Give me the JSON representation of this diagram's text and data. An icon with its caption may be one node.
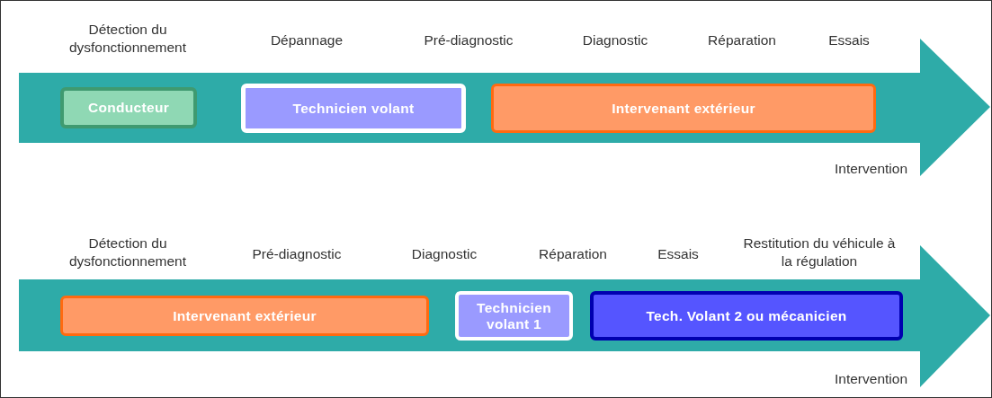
{
  "diagram": {
    "nodes": [
      {
        "text": [],
        "shape": "arrow",
        "beside": [
          "Intervention"
        ]
      },
      {
        "text": [
          "Conducteur"
        ],
        "in": 0
      },
      {
        "text": [
          "Technicien volant"
        ],
        "in": 0
      },
      {
        "text": [
          "Intervenant extérieur"
        ],
        "in": 0
      },
      {
        "text": [],
        "shape": "arrow",
        "beside": [
          "Intervention"
        ]
      },
      {
        "text": [
          "Intervenant extérieur"
        ],
        "in": 4
      },
      {
        "text": [
          "Technicien volant 1"
        ],
        "in": 4
      },
      {
        "text": [
          "Tech. Volant 2 ou mécanicien"
        ],
        "in": 4
      }
    ],
    "edges": [],
    "labels": [
      "Détection du dysfonctionnement",
      "Dépannage",
      "Pré-diagnostic",
      "Diagnostic",
      "Réparation",
      "Essais",
      "Détection du dysfonctionnement",
      "Pré-diagnostic",
      "Diagnostic",
      "Réparation",
      "Essais",
      "Restitution du véhicule à la régulation"
    ]
  }
}
